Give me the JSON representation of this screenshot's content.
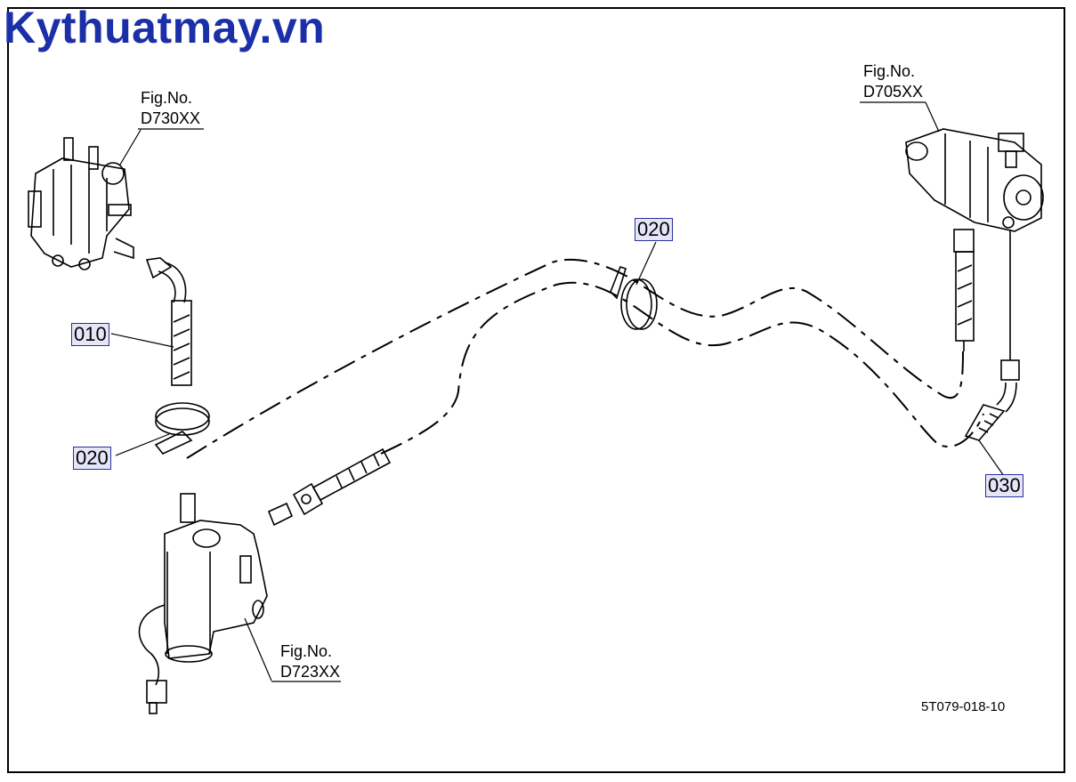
{
  "watermark": "Kythuatmay.vn",
  "fig_refs": {
    "top_left": {
      "line1": "Fig.No.",
      "line2": "D730XX"
    },
    "top_right": {
      "line1": "Fig.No.",
      "line2": "D705XX"
    },
    "bottom_left": {
      "line1": "Fig.No.",
      "line2": "D723XX"
    }
  },
  "callouts": {
    "hose_010": "010",
    "clamp_020_left": "020",
    "clamp_020_center": "020",
    "hose_030": "030"
  },
  "drawing_code": "5T079-018-10",
  "colors": {
    "watermark": "#1b2fa8",
    "callout_fill": "#e4e6f7",
    "callout_border": "#2a2f9a"
  }
}
